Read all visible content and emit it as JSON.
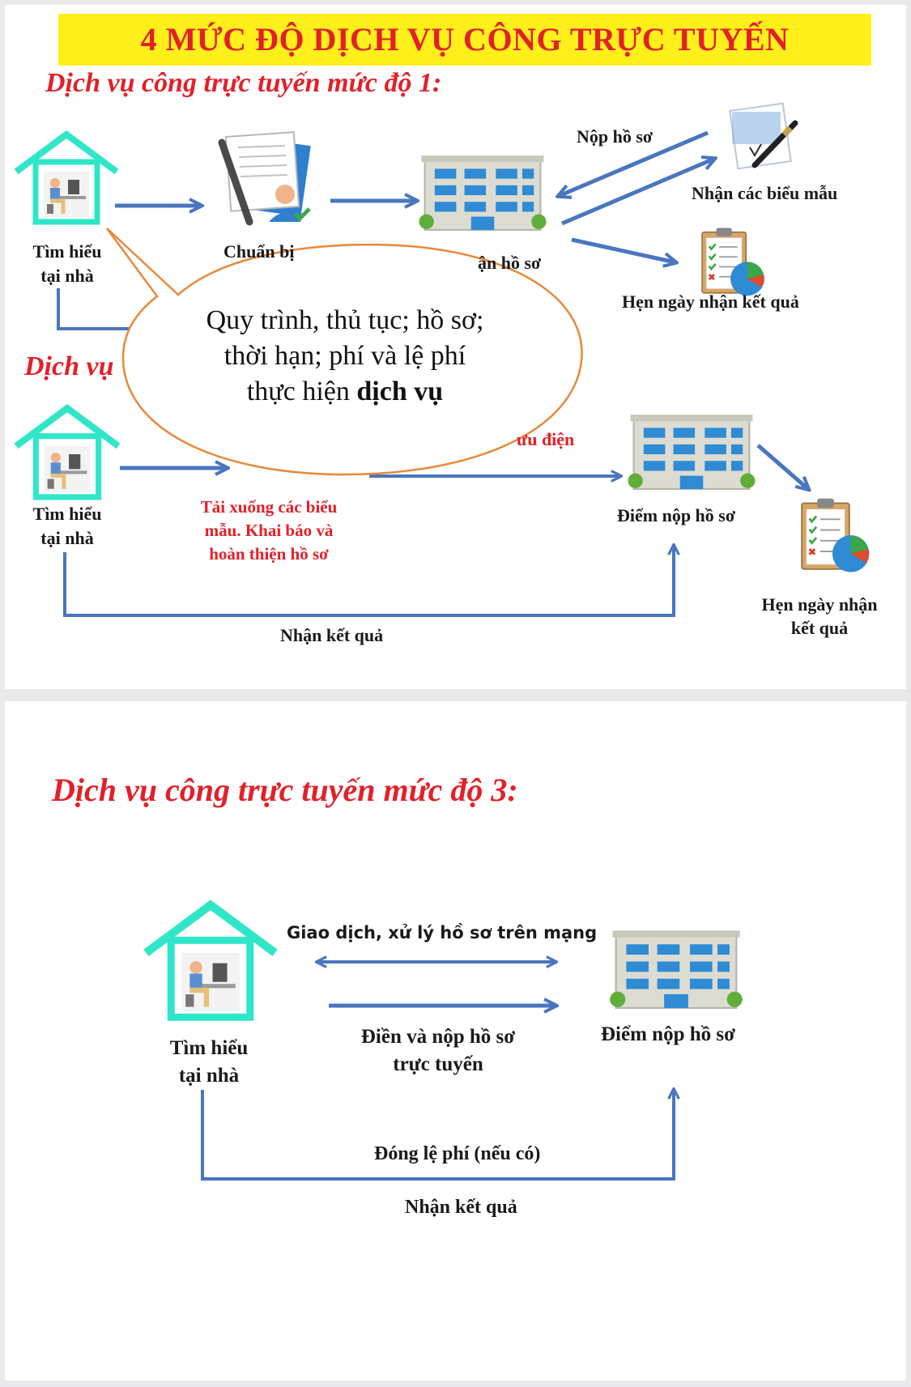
{
  "title": "4 MỨC ĐỘ DỊCH VỤ CÔNG TRỰC TUYẾN",
  "level1": {
    "heading": "Dịch vụ công trực tuyến mức độ 1:",
    "home_label_line1": "Tìm hiểu",
    "home_label_line2": "tại nhà",
    "prepare_label_partial": "Chuẩn bị",
    "submit_label_partial": "ận hồ sơ",
    "submit_arrow_label": "Nộp hồ sơ",
    "receive_forms_label": "Nhận các biểu mẫu",
    "appointment_label": "Hẹn ngày nhận kết quả"
  },
  "callout": {
    "line1": "Quy trình, thủ tục; hồ sơ;",
    "line2": "thời hạn; phí và lệ phí",
    "line3_prefix": "thực hiện ",
    "line3_bold": "dịch vụ"
  },
  "level2": {
    "heading_partial": "Dịch vụ",
    "home_label_line1": "Tìm hiểu",
    "home_label_line2": "tại nhà",
    "download_line1": "Tải xuống các biểu",
    "download_line2": "mẫu. Khai báo và",
    "download_line3": "hoàn thiện hồ sơ",
    "post_partial": "ưu điện",
    "office_label": "Điểm nộp hồ sơ",
    "appointment_line1": "Hẹn ngày nhận",
    "appointment_line2": "kết quả",
    "receive_result": "Nhận kết quả"
  },
  "level3": {
    "heading": "Dịch vụ công trực tuyến mức độ 3:",
    "online_transaction": "Giao dịch, xử lý hồ sơ trên mạng",
    "home_label_line1": "Tìm hiểu",
    "home_label_line2": "tại nhà",
    "fill_line1": "Điền và nộp hồ sơ",
    "fill_line2": "trực tuyến",
    "office_label": "Điểm nộp hồ sơ",
    "fee": "Đóng lệ phí (nếu có)",
    "receive_result": "Nhận kết quả"
  },
  "colors": {
    "arrow": "#4a75bf",
    "red": "#e2202a",
    "banner": "#ffef1a",
    "house": "#2fe6c8",
    "callout_border": "#e8893a"
  }
}
